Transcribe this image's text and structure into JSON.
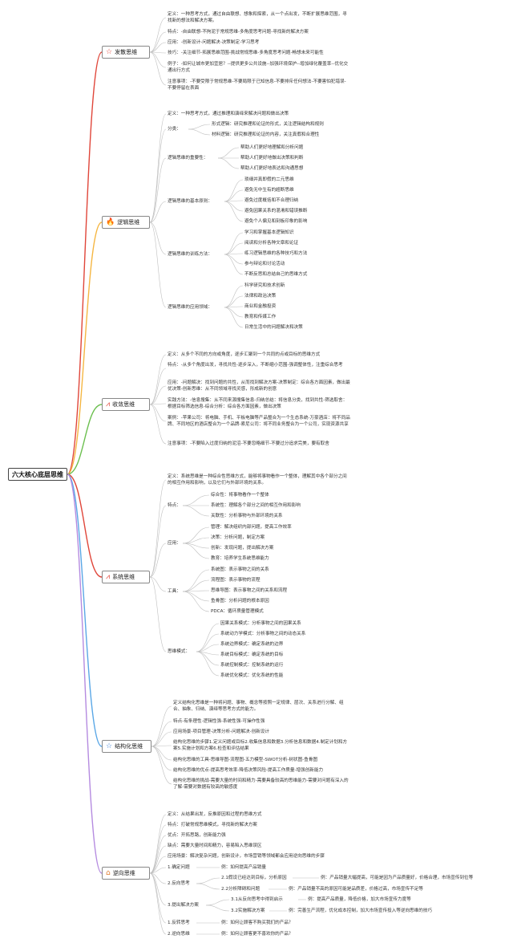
{
  "root": "六大核心底层思维",
  "colors": {
    "red": "#e0463a",
    "orange": "#f5b642",
    "green": "#6bbf4e",
    "yellow": "#f0d442",
    "purple": "#b58be0",
    "blue": "#5aa7e6",
    "gray": "#bfbfbf"
  },
  "branches": [
    {
      "label": "发散思维",
      "icon": "star-outline-icon",
      "items": [
        "定义：一种思考方式，通过自由联想、想象和探索，从一个点出发，不断扩展思维范围，寻找新的想法和解决方案。",
        "特点：-自由联想-不拘泥于常规思维-多角度思考问题-寻找新的解决方案",
        "应用：-创新设计-问题解决-决策制定-学习思考",
        "技巧：-关注细节-拓展思维范围-挑战常规思维-多角度思考问题-畅想未来可能性",
        "例子：-如何让城市更加宜居？--提供更多公共设施--加强环境保护--增加绿化覆盖率--优化交通出行方式",
        "注意事项：-不要受限于常规思维-不要局限于已知信息-不要排斥任何想法-不要害怕犯错误-不要停留在表面"
      ]
    },
    {
      "label": "逻辑思维",
      "icon": "fire-icon",
      "items": [
        "定义：一种思考方式，通过推理和演绎来解决问题和做出决策"
      ],
      "groups": [
        {
          "label": "分类：",
          "children": [
            "形式逻辑：研究推理和论证的形式，关注逻辑结构和规则",
            "材料逻辑：研究推理和论证的内容，关注真假和合理性"
          ]
        },
        {
          "label": "逻辑思维的重要性：",
          "children": [
            "帮助人们更好地理解和分析问题",
            "帮助人们更好地做出决策和判断",
            "帮助人们更好地表达和沟通思想"
          ]
        },
        {
          "label": "逻辑思维的基本原则：",
          "children": [
            "琐细并真即假的二元思维",
            "避免无中生有的超断思维",
            "避免过度概括和不合理归纳",
            "避免因果关系的混淆和错误推断",
            "避免个人偏见和刻板印象的影响"
          ]
        },
        {
          "label": "逻辑思维的训练方法：",
          "children": [
            "学习和掌握基本逻辑知识",
            "阅读和分析各种文章和论证",
            "练习逻辑思维的各种技巧和方法",
            "参与辩论和讨论活动",
            "不断反思和总结自己的思维方式"
          ]
        },
        {
          "label": "逻辑思维的应用领域：",
          "children": [
            "科学研究和技术创新",
            "法律和政治决策",
            "商业和金融投资",
            "教育和传媒工作",
            "日常生活中的问题解决和决策"
          ]
        }
      ]
    },
    {
      "label": "收敛思维",
      "icon": "chart-line-icon",
      "items": [
        "定义：从多个不同的方向或角度，逐步汇聚到一个共同的点或目标的思维方式",
        "特点：-从多个角度出发，寻找共性-逐步深入，不断缩小范围-强调整体性，注重综合思考",
        "应用：-问题解决：找到问题的共性，从而找到解决方案-决策制定：综合各方面因素，做出最优决策-创新思维：从不同领域寻找灵感，形成新的创意",
        "实践方法：-信息搜集：从不同来源搜集信息-归纳总结：将信息分类，找到共性-筛选取舍：根据目标筛选信息-综合分析：综合各方面因素，做出决策",
        "案例：-苹果公司：将电脑、手机、平板电脑等产品整合为一个生态系统-万豪酒店：将不同品牌、不同地区的酒店整合为一个品牌-索尼公司：将不同业务整合为一个公司，实现资源共享",
        "注意事项：-不要陷入过度归纳的泥沼-不要忽略细节-不要过分追求完美，要有取舍"
      ]
    },
    {
      "label": "系统思维",
      "icon": "chart-line-icon",
      "items": [
        "定义：系统思维是一种综合性思维方式，能够将事物看作一个整体，理解其中各个部分之间的相互作用和影响，以及它们与外部环境的关系。"
      ],
      "groups": [
        {
          "label": "特点：",
          "children": [
            "综合性：将事物看作一个整体",
            "系统性：理解各个部分之间的相互作用和影响",
            "关联性：分析事物与外部环境的关系"
          ]
        },
        {
          "label": "应用：",
          "children": [
            "管理：解决组织内部问题，提高工作效率",
            "决策：分析问题，制定方案",
            "创新：发现问题，提出解决方案",
            "教育：培养学生系统思维能力"
          ]
        },
        {
          "label": "工具：",
          "children": [
            "系统图：表示事物之间的关系",
            "流程图：表示事物的流程",
            "思维导图：表示事物之间的关系和流程",
            "鱼骨图：分析问题的根本原因",
            "PDCA：循环质量管理模式"
          ]
        },
        {
          "label": "思维模式：",
          "children": [
            "因果关系模式：分析事物之间的因果关系",
            "系统动力学模式：分析事物之间的动态关系",
            "系统边界模式：确定系统的边界",
            "系统目标模式：确定系统的目标",
            "系统控制模式：控制系统的运行",
            "系统优化模式：优化系统的性能"
          ]
        }
      ]
    },
    {
      "label": "结构化思维",
      "icon": "star-outline-icon",
      "items": [
        "定义结构化思维是一种将问题、事物、概念等按照一定规律、层次、关系进行分解、组合、抽象、归纳、演绎等思考方式的能力。",
        "特点-有条理性-逻辑性强-系统性强-可操作性强",
        "应用场景-项目管理-决策分析-问题解决-创新设计",
        "结构化思维的步骤1.定义问题或目标2.收集信息和数据3.分析信息和数据4.制定计划和方案5.实施计划和方案6.检查和评估结果",
        "结构化思维的工具-思维导图-流程图-五力模型-SWOT分析-树状图-鱼骨图",
        "结构化思维的优点-提高思考效率-降低决策风险-提高工作质量-增强创新能力",
        "结构化思维的挑战-需要大量的时间和精力-需要具备较高的思维能力-需要对问题有深入的了解-需要对数据有较高的敏感度"
      ]
    },
    {
      "label": "逆向思维",
      "icon": "home-icon",
      "items": [
        "定义：从结果出发，反推原因和过程的思维方式",
        "特点：打破常规思维模式，寻找新的解决方案",
        "优点：开拓思路，创新能力强",
        "缺点：需要大量时间和精力，容易陷入思维误区",
        "应用场景：解决复杂问题，创新设计，市场营销等领域都会应用逆向思维的步骤"
      ],
      "steps": {
        "s1": {
          "label": "1.确定问题",
          "note": "例：如何提高产品销量"
        },
        "s2": {
          "label": "2.反向思考",
          "children": [
            {
              "label": "2.1假设已经达到目标，分析原因",
              "note": "例：产品销量大幅提高，可能是因为产品质量好，价格合理，市场宣传到位等"
            },
            {
              "label": "2.2分析障碍和问题",
              "note": "例：产品销量不高的原因可能是品质差，价格过高，市场宣传不足等"
            }
          ]
        },
        "s3": {
          "label": "3.提出解决方案",
          "children": [
            {
              "label": "3.1从反向思考中得到启示",
              "note": "例：提高产品质量，降低价格，加大市场宣传力度等"
            },
            {
              "label": "3.2实施解决方案",
              "note": "例：完善生产流程，优化成本控制，加大市场宣传投入等逆向思维的技巧"
            }
          ]
        },
        "s4": {
          "label": "1.反转思考",
          "note": "例：如何让顾客不购买我们的产品？"
        },
        "s5": {
          "label": "2.逆向思维",
          "note": "例：如何让顾客更不喜欢你的产品？"
        }
      }
    }
  ]
}
